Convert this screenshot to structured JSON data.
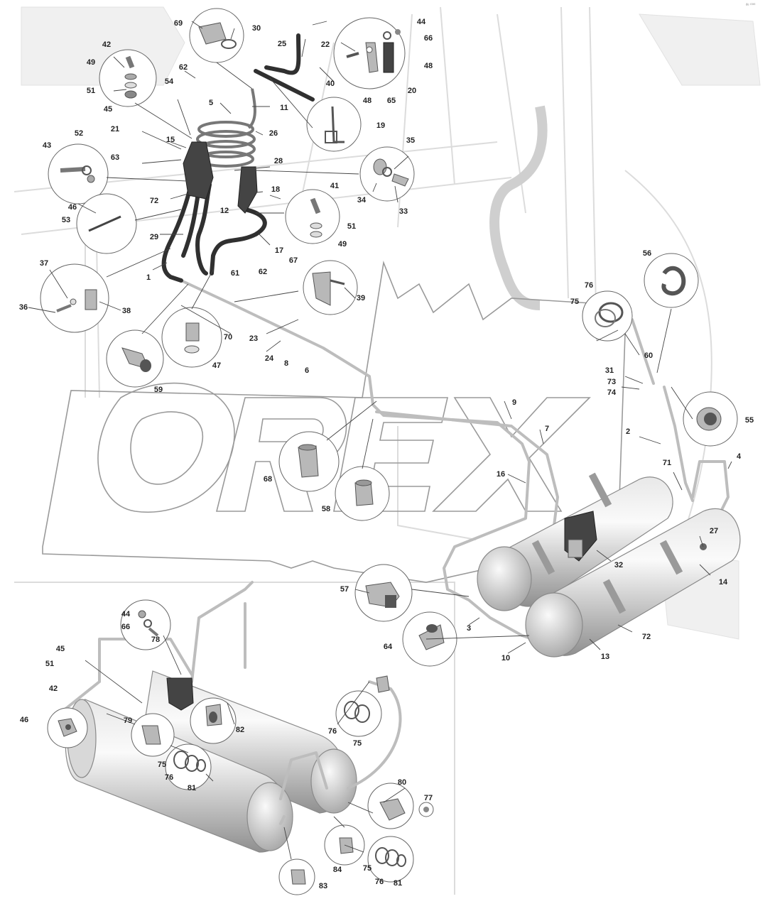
{
  "corner_mark": "ᵈᵉ ⁰⁰⁰",
  "labels": {
    "p69": "69",
    "p30": "30",
    "p22": "22",
    "p25": "25",
    "p44": "44",
    "p66": "66",
    "p40": "40",
    "p48a": "48",
    "p48b": "48",
    "p65": "65",
    "p20": "20",
    "p42": "42",
    "p49": "49",
    "p51": "51",
    "p45": "45",
    "p62a": "62",
    "p54": "54",
    "p5": "5",
    "p11": "11",
    "p19": "19",
    "p26": "26",
    "p21": "21",
    "p15": "15",
    "p52": "52",
    "p43": "43",
    "p63": "63",
    "p28": "28",
    "p35": "35",
    "p34": "34",
    "p33": "33",
    "p46": "46",
    "p72a": "72",
    "p18": "18",
    "p41": "41",
    "p12": "12",
    "p53": "53",
    "p51b": "51",
    "p49b": "49",
    "p29": "29",
    "p17": "17",
    "p1": "1",
    "p61": "61",
    "p62b": "62",
    "p37": "37",
    "p67": "67",
    "p36": "36",
    "p38": "38",
    "p39": "39",
    "p70": "70",
    "p23": "23",
    "p24": "24",
    "p8": "8",
    "p6": "6",
    "p47": "47",
    "p59": "59",
    "p56": "56",
    "p76a": "76",
    "p75a": "75",
    "p60": "60",
    "p31": "31",
    "p73": "73",
    "p74": "74",
    "p55": "55",
    "p9": "9",
    "p7": "7",
    "p2": "2",
    "p16": "16",
    "p68": "68",
    "p58": "58",
    "p71": "71",
    "p4": "4",
    "p27": "27",
    "p32": "32",
    "p14": "14",
    "p57": "57",
    "p3": "3",
    "p72b": "72",
    "p64": "64",
    "p10": "10",
    "p13": "13",
    "q44": "44",
    "q66": "66",
    "q78": "78",
    "q45": "45",
    "q51": "51",
    "q42": "42",
    "q46": "46",
    "q79": "79",
    "q82": "82",
    "q76a": "76",
    "q75a": "75",
    "q75b": "75",
    "q76b": "76",
    "q81a": "81",
    "q80": "80",
    "q77": "77",
    "q84": "84",
    "q75c": "75",
    "q76c": "76",
    "q81b": "81",
    "q83": "83"
  },
  "colors": {
    "line": "#444444",
    "pipe": "#bdbdbd",
    "hose": "#303030",
    "tank_light": "#f2f2f2",
    "tank_dark": "#9a9a9a"
  }
}
